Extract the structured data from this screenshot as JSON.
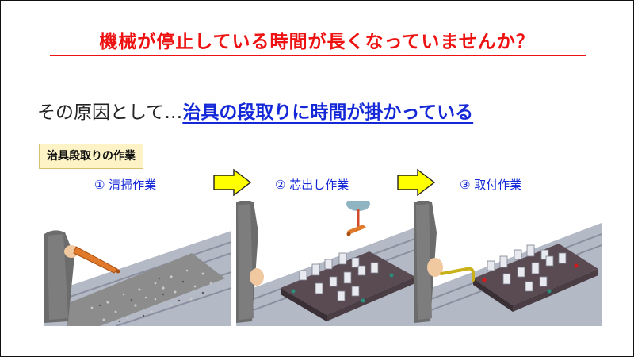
{
  "slide": {
    "title": "機械が停止している時間が長くなっていませんか？",
    "cause_prefix": "その原因として…",
    "cause_highlight": "治具の段取りに時間が掛かっている",
    "label": "治具段取りの作業",
    "steps": [
      {
        "label": "① 清掃作業"
      },
      {
        "label": "② 芯出し作業"
      },
      {
        "label": "③ 取付作業"
      }
    ]
  },
  "colors": {
    "title": "#ee1111",
    "highlight": "#1428d8",
    "step_label": "#1428d8",
    "label_box_bg": "#fdf3c6",
    "arrow_fill": "#ffff00"
  },
  "icons": [
    "right-arrow-icon",
    "right-arrow-icon"
  ]
}
